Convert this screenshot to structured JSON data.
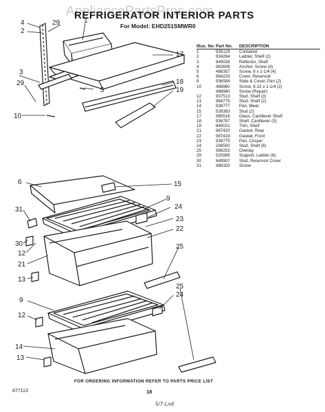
{
  "header": {
    "title": "REFRIGERATOR INTERIOR PARTS",
    "model": "For Model: EHD251SMWR0",
    "watermark": "AppliancePartsPros.com"
  },
  "table": {
    "columns": [
      "Illus. No.",
      "Part No.",
      "DESCRIPTION"
    ],
    "rows": [
      [
        "1",
        "935129",
        "Container"
      ],
      [
        "2",
        "934264",
        "Ladder, Shelf (2)"
      ],
      [
        "3",
        "849028",
        "Reflector, Shelf"
      ],
      [
        "4",
        "983606",
        "Anchor, Screw (4)"
      ],
      [
        "5",
        "488357",
        "Screw, 8 x 1-1/4 (4)"
      ],
      [
        "6",
        "984233",
        "Cover, Reservoir"
      ],
      [
        "9",
        "936584",
        "Slide & Cover, Pan (2)"
      ],
      [
        "10",
        "488960",
        "Screw, 8-32 x 1-1/4 (2)"
      ],
      [
        "",
        "488980",
        "Screw (Repair)"
      ],
      [
        "12",
        "937513",
        "Stud, Shelf (3)"
      ],
      [
        "13",
        "984779",
        "Stud, Shelf (2)"
      ],
      [
        "14",
        "938777",
        "Pan, Meat"
      ],
      [
        "15",
        "526383",
        "Stud (2)"
      ],
      [
        "17",
        "985516",
        "Glass, Cantilever Shelf"
      ],
      [
        "18",
        "936787",
        "Shelf, Cantilever (3)"
      ],
      [
        "19",
        "849021",
        "Trim, Shelf"
      ],
      [
        "21",
        "987420",
        "Gasket, Rear"
      ],
      [
        "22",
        "987419",
        "Gasket, Front"
      ],
      [
        "23",
        "938775",
        "Pan, Crisper"
      ],
      [
        "24",
        "208500",
        "Stud, Shelf (6)"
      ],
      [
        "25",
        "988253",
        "Overlay"
      ],
      [
        "29",
        "520985",
        "Support, Ladder (6)"
      ],
      [
        "30",
        "849907",
        "Stud, Reservoir Cover"
      ],
      [
        "31",
        "488320",
        "Screw"
      ]
    ]
  },
  "callouts": {
    "c4": "4",
    "c2": "2",
    "c29a": "29",
    "c1": "1",
    "c17": "17",
    "c3": "3",
    "c29b": "29",
    "c5": "5",
    "c18": "18",
    "c19": "19",
    "c10": "10",
    "c6": "6",
    "c15": "15",
    "c9a": "9",
    "c24a": "24",
    "c31": "31",
    "c23": "23",
    "c22": "22",
    "c30": "30",
    "c12a": "12",
    "c25a": "25",
    "c21": "21",
    "c13a": "13",
    "c9b": "9",
    "c24b": "24",
    "c25b": "25",
    "c12b": "12",
    "c14": "14",
    "c13b": "13"
  },
  "footer": {
    "order_info": "FOR ORDERING INFORMATION REFER TO PARTS PRICE LIST",
    "code": "877113",
    "page": "18",
    "handwriting": "5/7-Ln4"
  }
}
